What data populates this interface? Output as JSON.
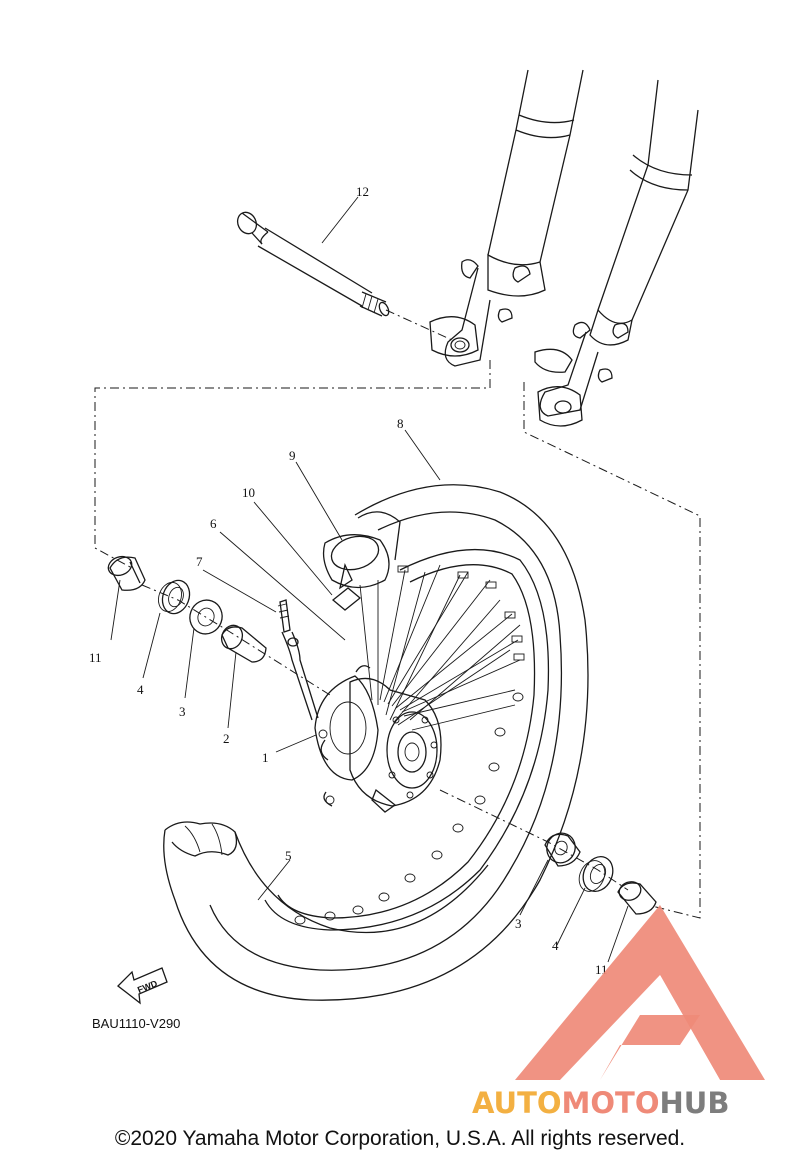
{
  "callouts": {
    "p1": "1",
    "p2": "2",
    "p3a": "3",
    "p3b": "3",
    "p4a": "4",
    "p4b": "4",
    "p5": "5",
    "p6": "6",
    "p7": "7",
    "p8": "8",
    "p9": "9",
    "p10": "10",
    "p11a": "11",
    "p11b": "11",
    "p12": "12"
  },
  "forward_arrow_label": "FWD",
  "diagram_code": "BAU1110-V290",
  "watermark": {
    "text_part1": "AUTO",
    "text_part2": "MOTO",
    "text_part3": "HUB",
    "colors": {
      "orange": "#f3b042",
      "salmon": "#ef8a78",
      "gray": "#7d7d7d"
    }
  },
  "copyright": "©2020 Yamaha Motor Corporation, U.S.A. All rights reserved."
}
